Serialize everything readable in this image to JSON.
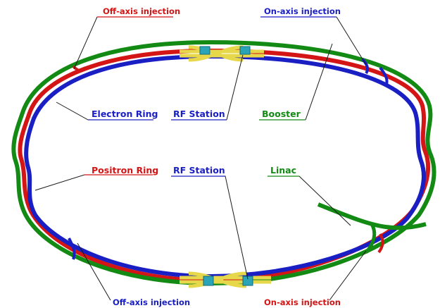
{
  "labels": {
    "off_axis_injection_top": "Off-axis injection",
    "on_axis_injection_top": "On-axis injection",
    "electron_ring": "Electron Ring",
    "rf_station_top": "RF Station",
    "booster": "Booster",
    "positron_ring": "Positron Ring",
    "rf_station_bottom": "RF Station",
    "linac": "Linac",
    "off_axis_injection_bottom": "Off-axis injection",
    "on_axis_injection_bottom": "On-axis injection"
  },
  "colors": {
    "electron": "#1a1fc4",
    "positron": "#d41515",
    "booster": "#138a13",
    "rf_cavity": "#e6d84a",
    "rf_block": "#2aa5b8",
    "leader": "#1a1a1a"
  }
}
